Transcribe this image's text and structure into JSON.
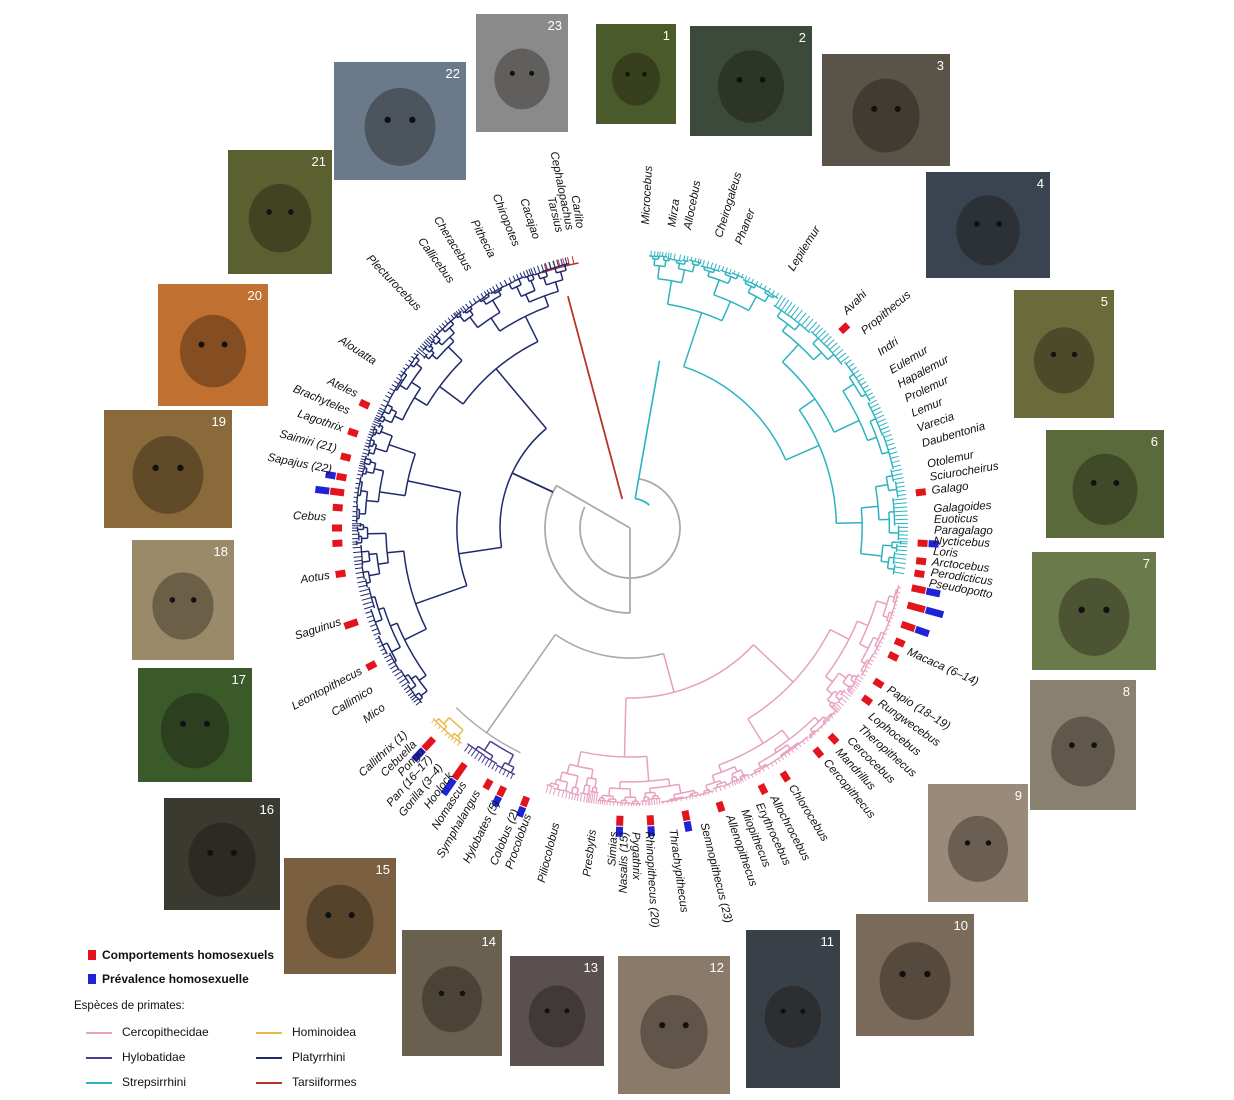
{
  "colors": {
    "Cercopithecidae": "#e8a0bf",
    "Hylobatidae": "#4b3d8f",
    "Strepsirrhini": "#2db3bf",
    "Hominoidea": "#e9b94a",
    "Platyrrhini": "#1f2a6b",
    "Tarsiiformes": "#b8342b",
    "root": "#aaaaaa",
    "behavior_marker": "#e3141b",
    "prevalence_marker": "#1f22d6"
  },
  "legend": {
    "behavior_label": "Comportements homosexuels",
    "prevalence_label": "Prévalence homosexuelle",
    "species_title": "Espèces de primates:",
    "groups": [
      {
        "name": "Cercopithecidae",
        "color": "#e8a0bf"
      },
      {
        "name": "Hominoidea",
        "color": "#e9b94a"
      },
      {
        "name": "Hylobatidae",
        "color": "#4b3d8f"
      },
      {
        "name": "Platyrrhini",
        "color": "#1f2a6b"
      },
      {
        "name": "Strepsirrhini",
        "color": "#2db3bf"
      },
      {
        "name": "Tarsiiformes",
        "color": "#b8342b"
      }
    ]
  },
  "genera": [
    {
      "label": "Microcebus",
      "angle": -87
    },
    {
      "label": "Mirza",
      "angle": -82
    },
    {
      "label": "Allocebus",
      "angle": -79
    },
    {
      "label": "Cheirogaleus",
      "angle": -73
    },
    {
      "label": "Phaner",
      "angle": -69
    },
    {
      "label": "Lepilemur",
      "angle": -58
    },
    {
      "label": "Avahi",
      "angle": -45
    },
    {
      "label": "Propithecus",
      "angle": -40
    },
    {
      "label": "Indri",
      "angle": -35
    },
    {
      "label": "Eulemur",
      "angle": -31
    },
    {
      "label": "Hapalemur",
      "angle": -28
    },
    {
      "label": "Prolemur",
      "angle": -25
    },
    {
      "label": "Lemur",
      "angle": -22
    },
    {
      "label": "Varecia",
      "angle": -19
    },
    {
      "label": "Daubentonia",
      "angle": -16
    },
    {
      "label": "Otolemur",
      "angle": -12
    },
    {
      "label": "Sciurocheirus",
      "angle": -9.5
    },
    {
      "label": "Galago",
      "angle": -7
    },
    {
      "label": "Galagoides",
      "angle": -3.5
    },
    {
      "label": "Euoticus",
      "angle": -1.5
    },
    {
      "label": "Paragalago",
      "angle": 0.5
    },
    {
      "label": "Nycticebus",
      "angle": 2.5
    },
    {
      "label": "Loris",
      "angle": 4.5
    },
    {
      "label": "Arctocebus",
      "angle": 6.5
    },
    {
      "label": "Perodicticus",
      "angle": 8.5
    },
    {
      "label": "Pseudopotto",
      "angle": 10.5
    },
    {
      "label": "Macaca (6–14)",
      "angle": 24
    },
    {
      "label": "Papio (18–19)",
      "angle": 32
    },
    {
      "label": "Rungwecebus",
      "angle": 35
    },
    {
      "label": "Lophocebus",
      "angle": 38
    },
    {
      "label": "Theropithecus",
      "angle": 41
    },
    {
      "label": "Cercocebus",
      "angle": 44
    },
    {
      "label": "Mandrillus",
      "angle": 47
    },
    {
      "label": "Cercopithecus",
      "angle": 50
    },
    {
      "label": "Chlorocebus",
      "angle": 58
    },
    {
      "label": "Allochrocebus",
      "angle": 62
    },
    {
      "label": "Erythrocebus",
      "angle": 65
    },
    {
      "label": "Miopithecus",
      "angle": 68
    },
    {
      "label": "Allenopithecus",
      "angle": 71
    },
    {
      "label": "Semnopithecus (23)",
      "angle": 76
    },
    {
      "label": "Thrachypithecus",
      "angle": 82
    },
    {
      "label": "Rhinopithecus (20)",
      "angle": 86.5
    },
    {
      "label": "Pygathrix",
      "angle": 89
    },
    {
      "label": "Nasalis (15)",
      "angle": 91
    },
    {
      "label": "Simias",
      "angle": 93
    },
    {
      "label": "Presbytis",
      "angle": 97
    },
    {
      "label": "Piliocolobus",
      "angle": 104
    },
    {
      "label": "Procolobus",
      "angle": 109.5
    },
    {
      "label": "Colobus (2)",
      "angle": 112
    },
    {
      "label": "Hylobates (5)",
      "angle": 116
    },
    {
      "label": "Symphalangus",
      "angle": 120
    },
    {
      "label": "Nomascus",
      "angle": 123
    },
    {
      "label": "Hoolock",
      "angle": 126
    },
    {
      "label": "Gorilla (3–4)",
      "angle": 128.5
    },
    {
      "label": "Pan (16–17)",
      "angle": 131
    },
    {
      "label": "Pongo",
      "angle": 133
    },
    {
      "label": "Cebuella",
      "angle": 135
    },
    {
      "label": "Callithrix (1)",
      "angle": 137.5
    },
    {
      "label": "Mico",
      "angle": 144
    },
    {
      "label": "Callimico",
      "angle": 148
    },
    {
      "label": "Leontopithecus",
      "angle": 152
    },
    {
      "label": "Saguinus",
      "angle": 162
    },
    {
      "label": "Aotus",
      "angle": 171
    },
    {
      "label": "Cebus",
      "angle": 182
    },
    {
      "label": "Sapajus (22)",
      "angle": 191
    },
    {
      "label": "Saimiri (21)",
      "angle": 195
    },
    {
      "label": "Lagothrix",
      "angle": 199
    },
    {
      "label": "Brachyteles",
      "angle": 202.5
    },
    {
      "label": "Ateles",
      "angle": 206
    },
    {
      "label": "Alouatta",
      "angle": 213
    },
    {
      "label": "Plecturocebus",
      "angle": 226
    },
    {
      "label": "Callicebus",
      "angle": 234
    },
    {
      "label": "Cheracebus",
      "angle": 238
    },
    {
      "label": "Pithecia",
      "angle": 243
    },
    {
      "label": "Chiropotes",
      "angle": 248
    },
    {
      "label": "Cacajao",
      "angle": 252
    },
    {
      "label": "Tarsius",
      "angle": 256.5
    },
    {
      "label": "Cephalopachus",
      "angle": 258.5
    },
    {
      "label": "Carlito",
      "angle": 260.5
    }
  ],
  "markers": [
    {
      "angle": -43,
      "types": [
        "b"
      ],
      "size": 1
    },
    {
      "angle": -7,
      "types": [
        "b"
      ],
      "size": 1
    },
    {
      "angle": 3,
      "types": [
        "b",
        "p"
      ],
      "size": 1
    },
    {
      "angle": 6.5,
      "types": [
        "b"
      ],
      "size": 1
    },
    {
      "angle": 9,
      "types": [
        "b"
      ],
      "size": 1
    },
    {
      "angle": 12,
      "types": [
        "b",
        "p"
      ],
      "size": 2
    },
    {
      "angle": 15.5,
      "types": [
        "b",
        "p"
      ],
      "size": 3
    },
    {
      "angle": 19.5,
      "types": [
        "b",
        "p"
      ],
      "size": 2
    },
    {
      "angle": 23,
      "types": [
        "b"
      ],
      "size": 1
    },
    {
      "angle": 26,
      "types": [
        "b"
      ],
      "size": 1
    },
    {
      "angle": 32,
      "types": [
        "b"
      ],
      "size": 1
    },
    {
      "angle": 36,
      "types": [
        "b"
      ],
      "size": 1
    },
    {
      "angle": 46,
      "types": [
        "b"
      ],
      "size": 1
    },
    {
      "angle": 50,
      "types": [
        "b"
      ],
      "size": 1
    },
    {
      "angle": 58,
      "types": [
        "b"
      ],
      "size": 1
    },
    {
      "angle": 63,
      "types": [
        "b"
      ],
      "size": 1
    },
    {
      "angle": 72,
      "types": [
        "b"
      ],
      "size": 1
    },
    {
      "angle": 79,
      "types": [
        "b",
        "p"
      ],
      "size": 1
    },
    {
      "angle": 86,
      "types": [
        "b",
        "p"
      ],
      "size": 1
    },
    {
      "angle": 92,
      "types": [
        "b",
        "p"
      ],
      "size": 1
    },
    {
      "angle": 111,
      "types": [
        "b",
        "p"
      ],
      "size": 1
    },
    {
      "angle": 116,
      "types": [
        "b",
        "p"
      ],
      "size": 1
    },
    {
      "angle": 119,
      "types": [
        "b"
      ],
      "size": 1
    },
    {
      "angle": 125,
      "types": [
        "b",
        "p"
      ],
      "size": 3
    },
    {
      "angle": 133,
      "types": [
        "b",
        "p"
      ],
      "size": 2
    },
    {
      "angle": 152,
      "types": [
        "b"
      ],
      "size": 1
    },
    {
      "angle": 161,
      "types": [
        "b"
      ],
      "size": 2
    },
    {
      "angle": 171,
      "types": [
        "b"
      ],
      "size": 1
    },
    {
      "angle": 177,
      "types": [
        "b"
      ],
      "size": 1
    },
    {
      "angle": 180,
      "types": [
        "b"
      ],
      "size": 1
    },
    {
      "angle": 184,
      "types": [
        "b"
      ],
      "size": 1
    },
    {
      "angle": 187,
      "types": [
        "b",
        "p"
      ],
      "size": 2
    },
    {
      "angle": 190,
      "types": [
        "b",
        "p"
      ],
      "size": 1
    },
    {
      "angle": 194,
      "types": [
        "b"
      ],
      "size": 1
    },
    {
      "angle": 199,
      "types": [
        "b"
      ],
      "size": 1
    },
    {
      "angle": 205,
      "types": [
        "b"
      ],
      "size": 1
    }
  ],
  "photos": [
    {
      "number": "1",
      "tone": "#4a5a2a"
    },
    {
      "number": "2",
      "tone": "#3b4a3a"
    },
    {
      "number": "3",
      "tone": "#5a5448"
    },
    {
      "number": "4",
      "tone": "#3a4350"
    },
    {
      "number": "5",
      "tone": "#6a6a3a"
    },
    {
      "number": "6",
      "tone": "#5a6a3a"
    },
    {
      "number": "7",
      "tone": "#6a7a4a"
    },
    {
      "number": "8",
      "tone": "#8a8070"
    },
    {
      "number": "9",
      "tone": "#9a8a7a"
    },
    {
      "number": "10",
      "tone": "#7a6a5a"
    },
    {
      "number": "11",
      "tone": "#3a4048"
    },
    {
      "number": "12",
      "tone": "#8a7a6a"
    },
    {
      "number": "13",
      "tone": "#5a5050"
    },
    {
      "number": "14",
      "tone": "#6a6050"
    },
    {
      "number": "15",
      "tone": "#7a6040"
    },
    {
      "number": "16",
      "tone": "#3a3a30"
    },
    {
      "number": "17",
      "tone": "#3a5a2a"
    },
    {
      "number": "18",
      "tone": "#9a8a6a"
    },
    {
      "number": "19",
      "tone": "#8a6a3a"
    },
    {
      "number": "20",
      "tone": "#c07030"
    },
    {
      "number": "21",
      "tone": "#5a6030"
    },
    {
      "number": "22",
      "tone": "#6a7a8a"
    },
    {
      "number": "23",
      "tone": "#8a8a8a"
    }
  ]
}
